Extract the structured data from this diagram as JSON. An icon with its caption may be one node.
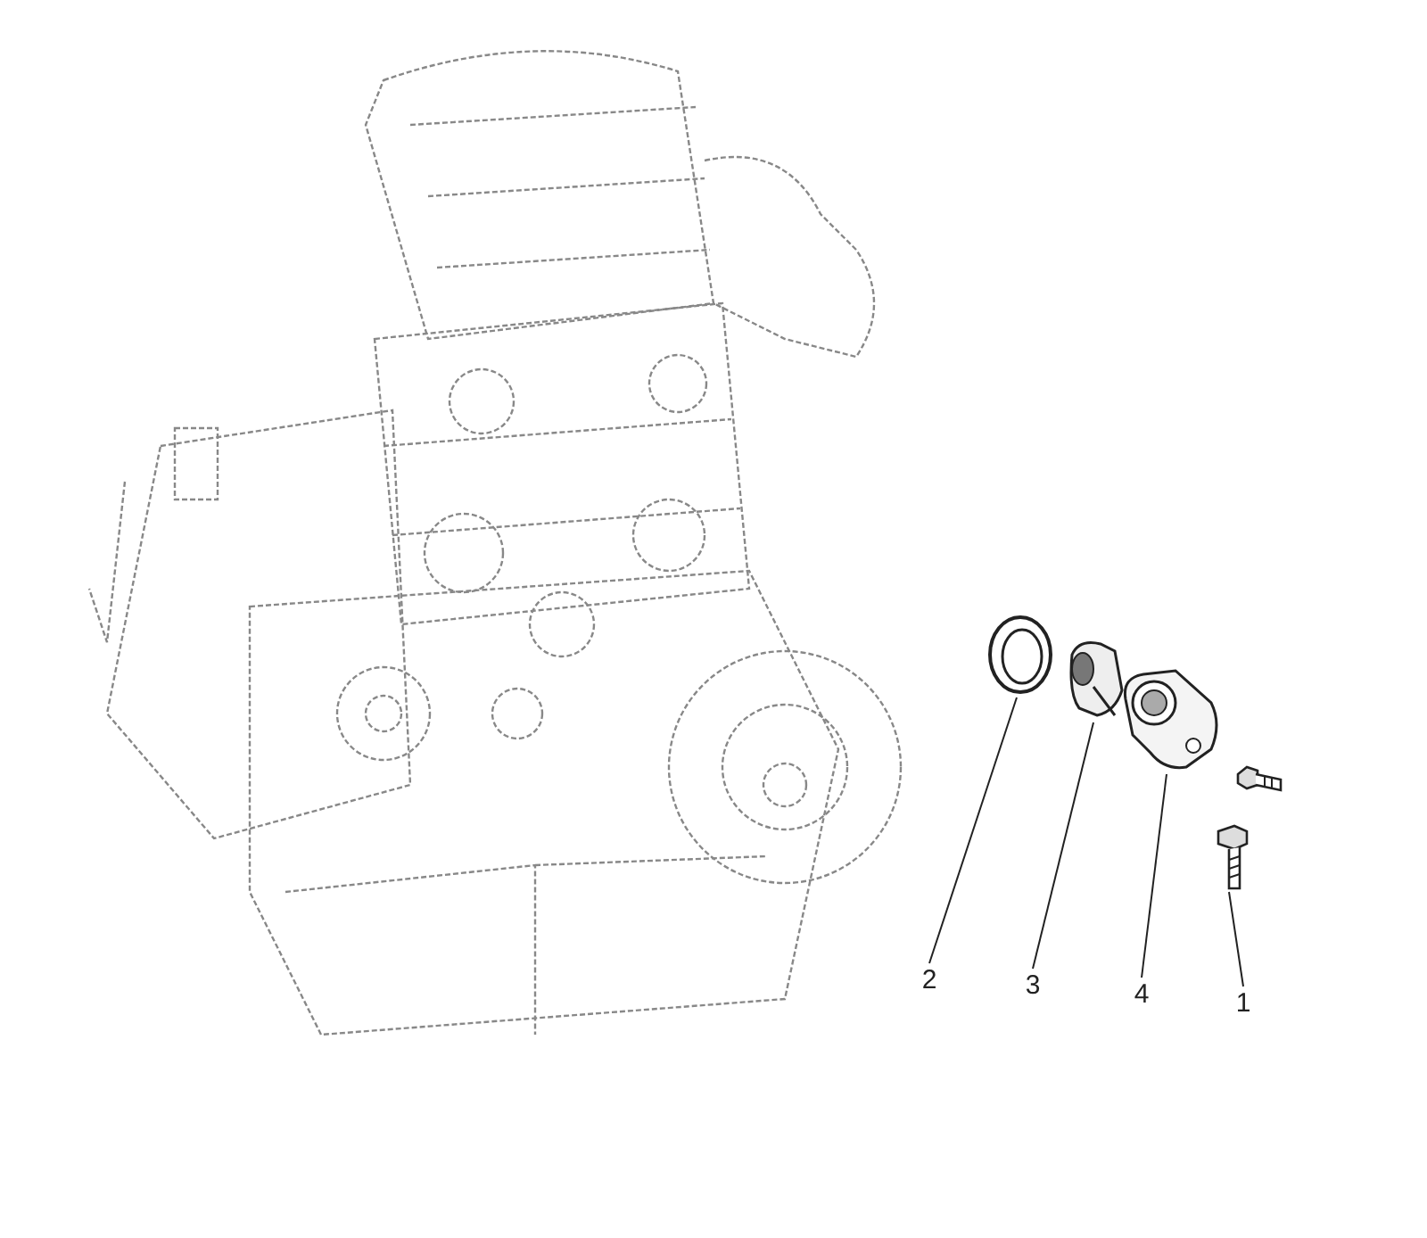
{
  "diagram": {
    "nodes": [
      {
        "text": [
          "2"
        ]
      },
      {
        "text": [
          "3"
        ]
      },
      {
        "text": [
          "4"
        ]
      },
      {
        "text": [
          "1"
        ]
      },
      {
        "text": [],
        "shape": "picture"
      },
      {
        "text": [],
        "shape": "picture"
      },
      {
        "text": [],
        "shape": "picture"
      },
      {
        "text": [],
        "shape": "picture"
      }
    ],
    "edges": [
      {
        "from": 0,
        "to": 4,
        "arrow": "none"
      },
      {
        "from": 1,
        "to": 5,
        "arrow": "none"
      },
      {
        "from": 2,
        "to": 6,
        "arrow": "none"
      },
      {
        "from": 3,
        "to": 7,
        "arrow": "none"
      }
    ]
  }
}
